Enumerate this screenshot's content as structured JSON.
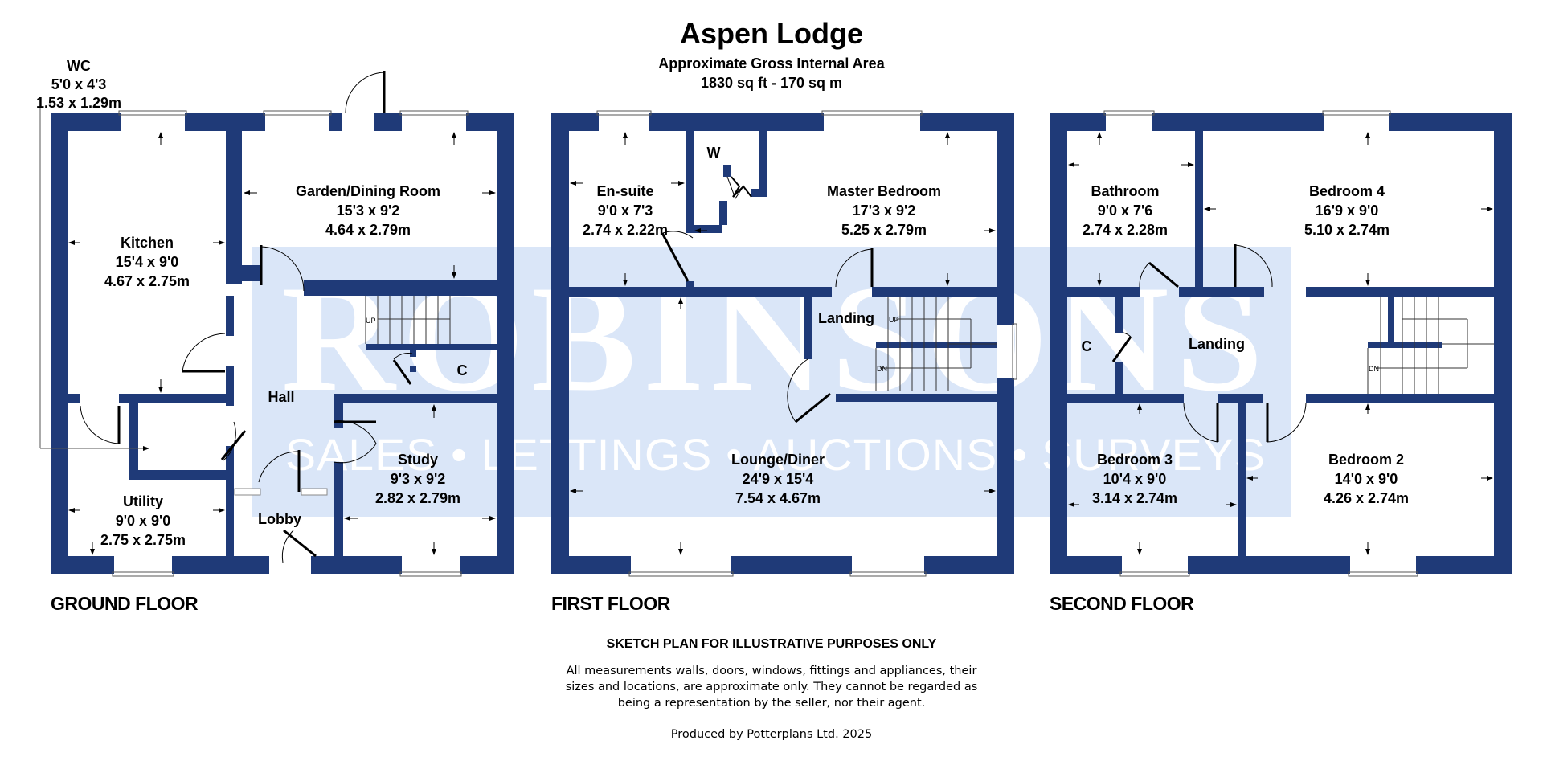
{
  "header": {
    "title": "Aspen Lodge",
    "subtitle": "Approximate Gross Internal Area",
    "area": "1830 sq ft - 170 sq m"
  },
  "colors": {
    "wall": "#1f3a78",
    "watermark_bg": "#dae6f8",
    "watermark_text": "#ffffff",
    "watermark_dot": "#f5f0c8"
  },
  "watermark": {
    "brand": "ROBINSONS",
    "tagline": "SALES • LETTINGS • AUCTIONS • SURVEYS"
  },
  "floors": {
    "ground": {
      "label": "GROUND FLOOR",
      "rooms": [
        {
          "name": "WC",
          "imperial": "5'0 x 4'3",
          "metric": "1.53 x 1.29m"
        },
        {
          "name": "Kitchen",
          "imperial": "15'4 x 9'0",
          "metric": "4.67 x 2.75m"
        },
        {
          "name": "Garden/Dining Room",
          "imperial": "15'3 x 9'2",
          "metric": "4.64 x 2.79m"
        },
        {
          "name": "Hall"
        },
        {
          "name": "C"
        },
        {
          "name": "Study",
          "imperial": "9'3 x 9'2",
          "metric": "2.82 x 2.79m"
        },
        {
          "name": "Utility",
          "imperial": "9'0 x 9'0",
          "metric": "2.75 x 2.75m"
        },
        {
          "name": "Lobby"
        }
      ],
      "stairs_label": "UP"
    },
    "first": {
      "label": "FIRST FLOOR",
      "rooms": [
        {
          "name": "En-suite",
          "imperial": "9'0 x 7'3",
          "metric": "2.74 x 2.22m"
        },
        {
          "name": "W"
        },
        {
          "name": "Master Bedroom",
          "imperial": "17'3 x 9'2",
          "metric": "5.25 x 2.79m"
        },
        {
          "name": "Landing"
        },
        {
          "name": "Lounge/Diner",
          "imperial": "24'9 x 15'4",
          "metric": "7.54 x 4.67m"
        }
      ],
      "stairs_up": "UP",
      "stairs_down": "DN"
    },
    "second": {
      "label": "SECOND FLOOR",
      "rooms": [
        {
          "name": "Bathroom",
          "imperial": "9'0 x 7'6",
          "metric": "2.74 x 2.28m"
        },
        {
          "name": "Bedroom 4",
          "imperial": "16'9 x 9'0",
          "metric": "5.10 x 2.74m"
        },
        {
          "name": "C"
        },
        {
          "name": "Landing"
        },
        {
          "name": "Bedroom 3",
          "imperial": "10'4 x 9'0",
          "metric": "3.14 x 2.74m"
        },
        {
          "name": "Bedroom 2",
          "imperial": "14'0 x 9'0",
          "metric": "4.26 x 2.74m"
        }
      ],
      "stairs_down": "DN"
    }
  },
  "footer": {
    "disclaimer_title": "SKETCH PLAN FOR ILLUSTRATIVE PURPOSES ONLY",
    "disclaimer_body": "All measurements walls, doors, windows, fittings and appliances, their sizes and locations, are approximate only. They cannot be regarded as being a representation by the seller, nor their agent.",
    "produced_by": "Produced by Potterplans Ltd. 2025"
  }
}
